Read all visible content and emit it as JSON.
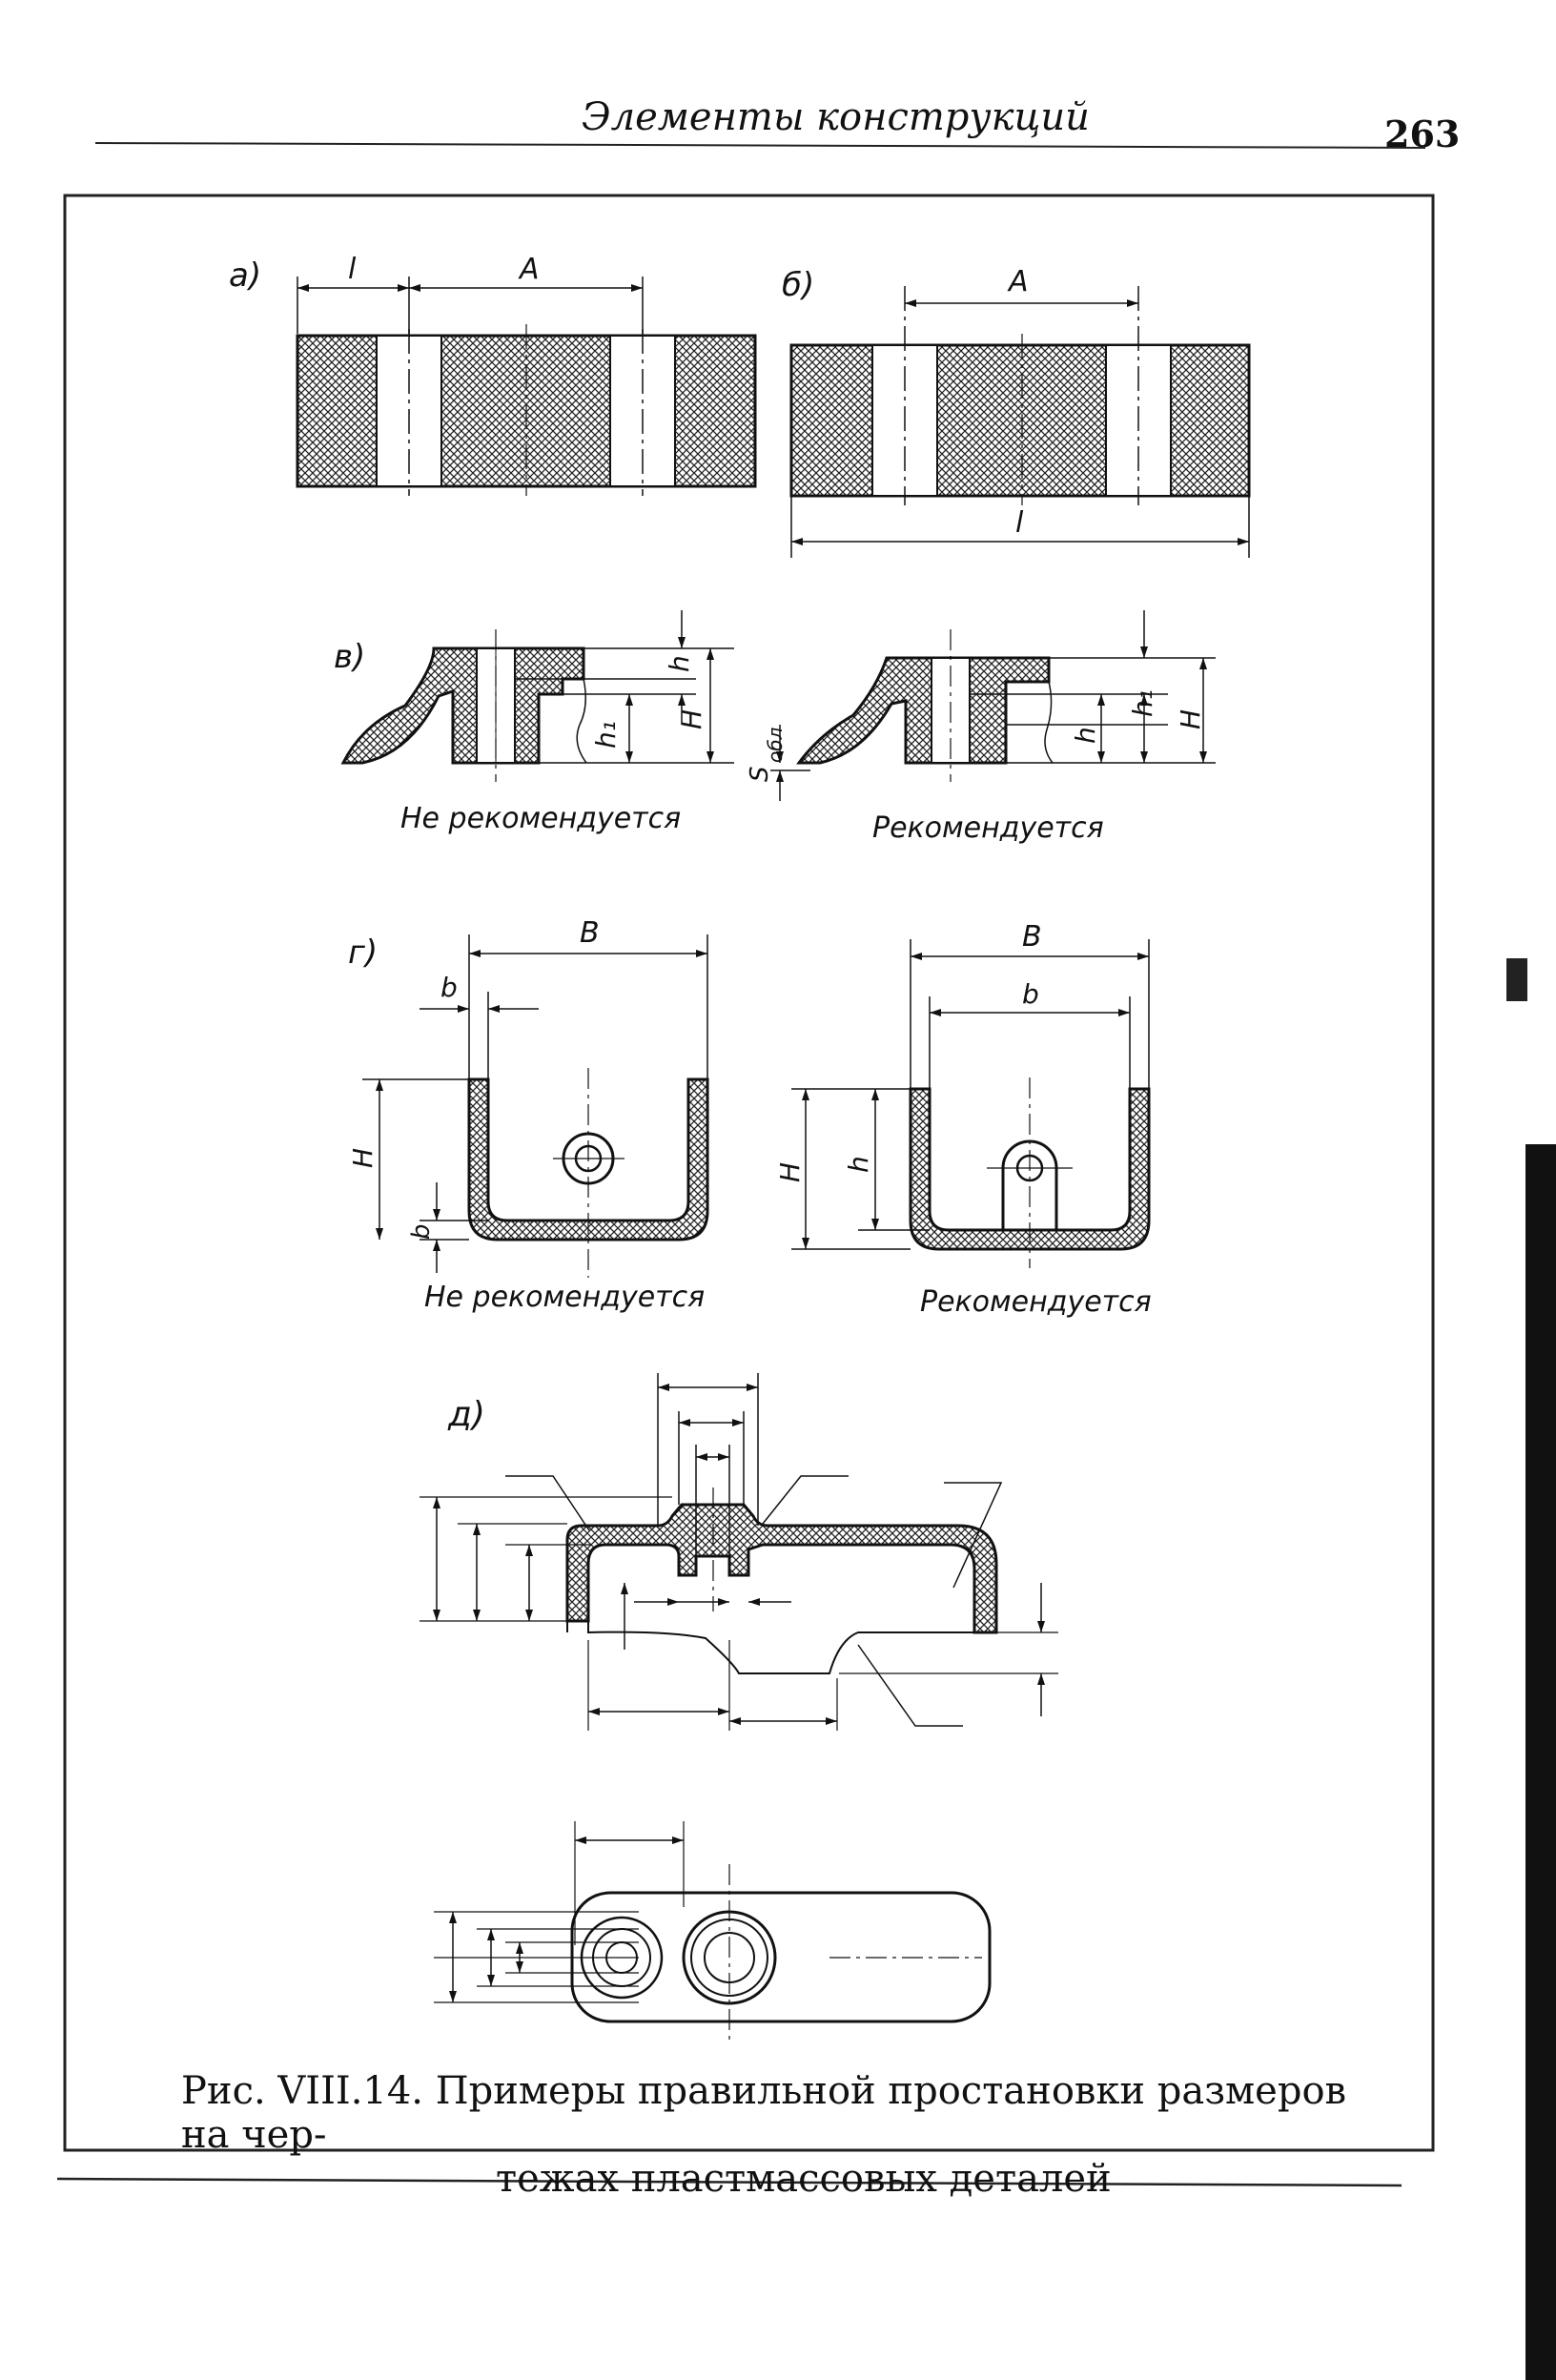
{
  "page_header": {
    "title": "Элементы конструкций",
    "page_number": "263"
  },
  "figure": {
    "panels": {
      "a": "а)",
      "b": "б)",
      "v": "в)",
      "g": "г)",
      "d": "д)"
    },
    "dims": {
      "l": "l",
      "A": "A",
      "h": "h",
      "H": "H",
      "h1": "h₁",
      "s": "S",
      "obl": "обл",
      "B": "B",
      "b": "b"
    },
    "notes": {
      "not_recommended_v": "Не рекомендуется",
      "recommended_v": "Рекомендуется",
      "not_recommended_g": "Не рекомендуется",
      "recommended_g": "Рекомендуется"
    }
  },
  "caption": {
    "line1": "Рис. VIII.14. Примеры правильной простановки размеров на чер-",
    "line2": "тежах пластмассовых деталей"
  }
}
